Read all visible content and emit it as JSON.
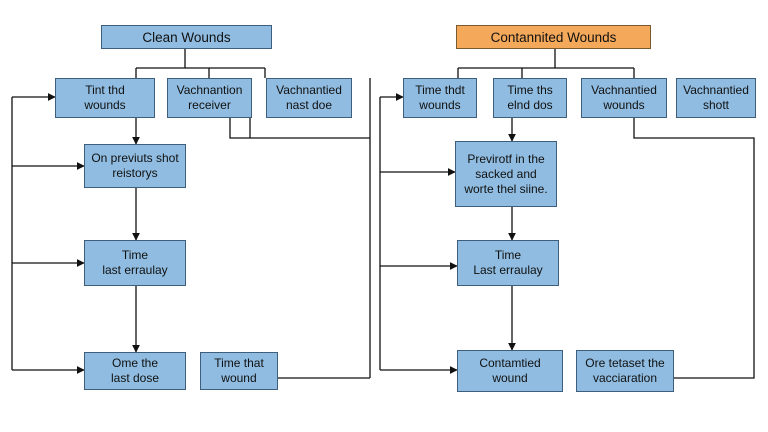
{
  "colors": {
    "box_fill": "#8fbce0",
    "box_border": "#3e5f7c",
    "highlight_fill": "#f4a85a",
    "line": "#111111"
  },
  "left": {
    "title": "Clean Wounds",
    "top": [
      "Tint thd\nwounds",
      "Vachnantion\nreceiver",
      "Vachnantied\nnast doe"
    ],
    "step1": "On previuts shot\nreistorys",
    "step2": "Time\nlast erraulay",
    "step3": "Ome the\nlast dose",
    "side": "Time that\nwound"
  },
  "right": {
    "title": "Contannited Wounds",
    "top": [
      "Time thdt\nwounds",
      "Time ths\nelnd dos",
      "Vachnantied\nwounds",
      "Vachnantied\nshott"
    ],
    "step1": "Previrotf in the\nsacked and\nworte thel siine.",
    "step2": "Time\nLast erraulay",
    "step3": "Contamtied\nwound",
    "side": "Ore tetaset the\nvacciaration"
  }
}
